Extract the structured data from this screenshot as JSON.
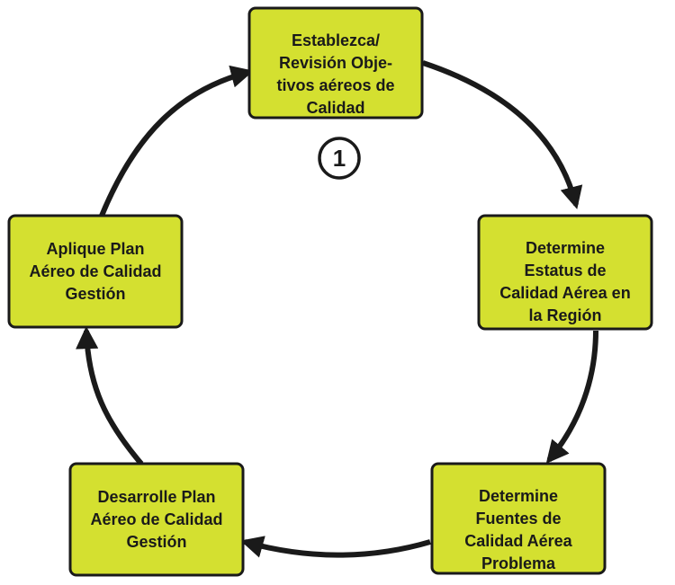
{
  "colors": {
    "box_fill": "#d4e030",
    "stroke": "#1a1a1a",
    "background": "#ffffff"
  },
  "step_marker": "1",
  "steps": [
    {
      "lines": [
        "Establezca/",
        "Revisión Obje-",
        "tivos aéreos de",
        "Calidad"
      ]
    },
    {
      "lines": [
        "Determine",
        "Estatus de",
        "Calidad Aérea en",
        "la Región"
      ]
    },
    {
      "lines": [
        "Determine",
        "Fuentes de",
        "Calidad Aérea",
        "Problema"
      ]
    },
    {
      "lines": [
        "Desarrolle Plan",
        "Aéreo de Calidad",
        "Gestión"
      ]
    },
    {
      "lines": [
        "Aplique Plan",
        "Aéreo de Calidad",
        "Gestión"
      ]
    }
  ]
}
